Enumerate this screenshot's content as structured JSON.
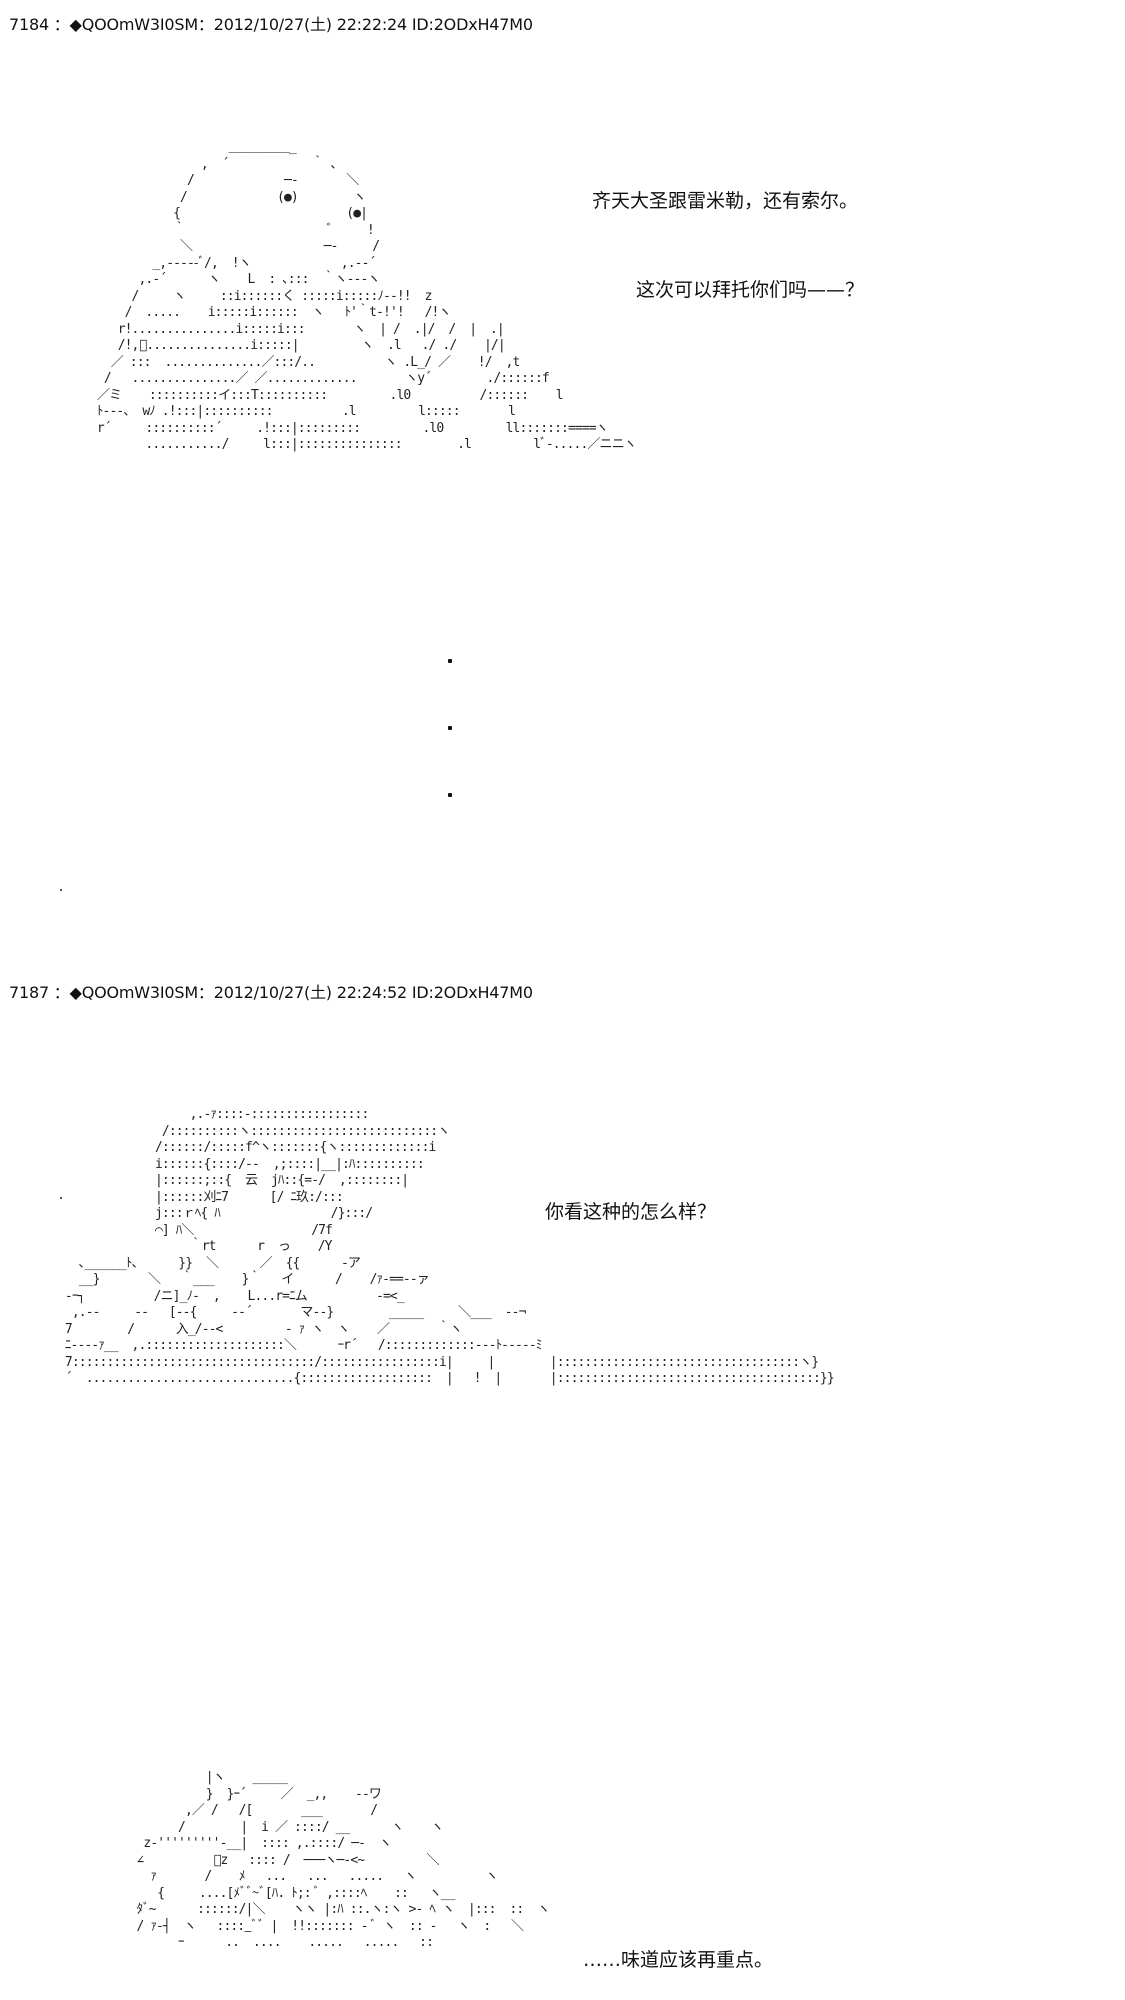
{
  "posts": [
    {
      "header": "7184 ：◆QOOmW3I0SM：2012/10/27(土) 22:22:24 ID:2ODxH47M0",
      "lines": [
        "齐天大圣跟雷米勒，还有索尔。",
        "这次可以拜托你们吗——？"
      ]
    },
    {
      "header": "7187 ：◆QOOmW3I0SM：2012/10/27(土) 22:24:52 ID:2ODxH47M0",
      "lines": [
        "你看这种的怎么样？",
        "……味道应该再重点。"
      ]
    }
  ],
  "icons": {
    "pause_dot": "dot-icon",
    "ascii_art": "ascii-art-figure"
  }
}
